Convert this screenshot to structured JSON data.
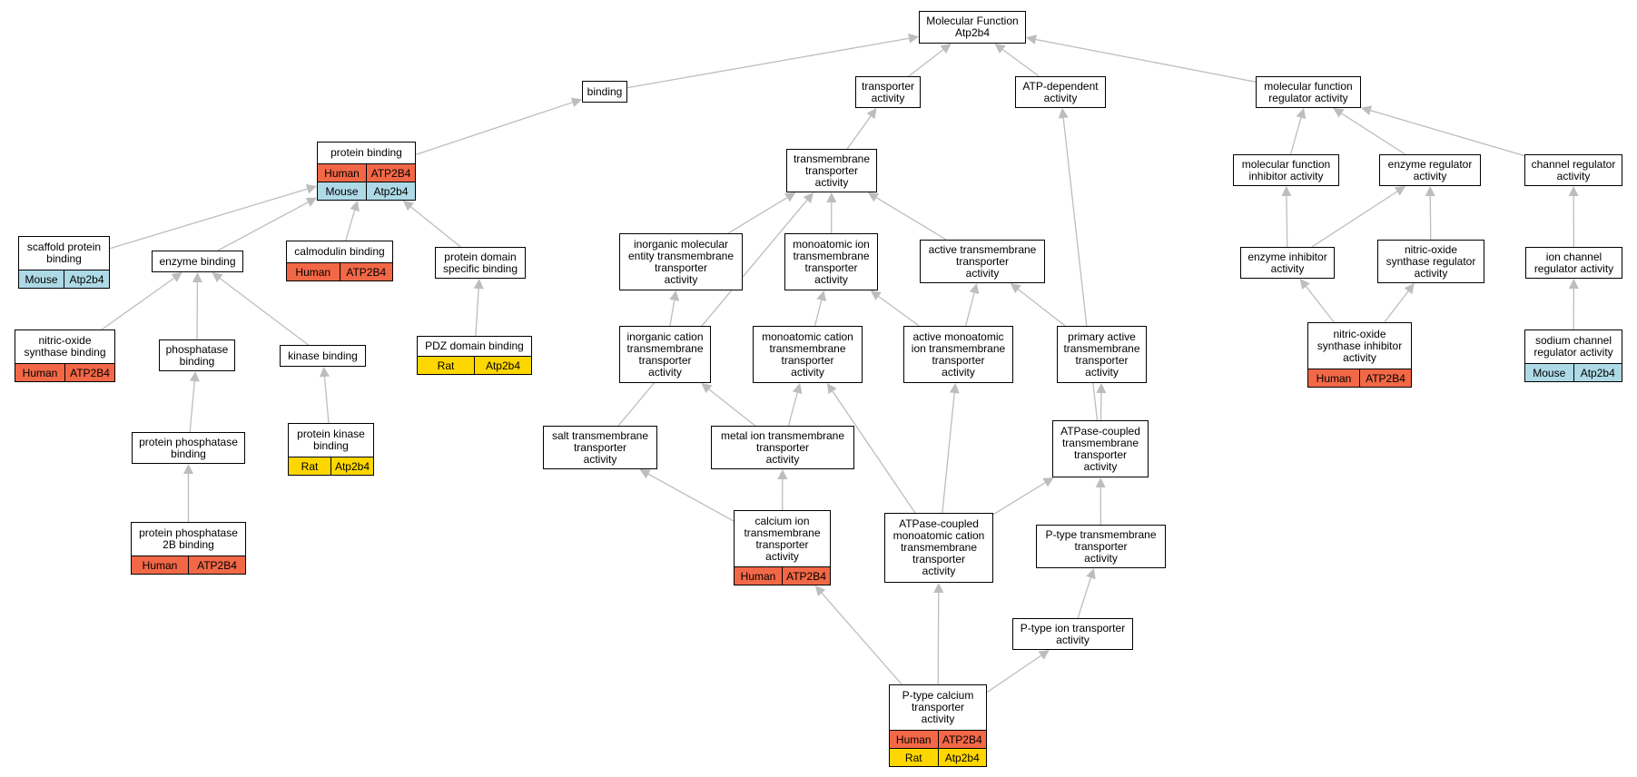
{
  "colors": {
    "edge": "#bdbdbd",
    "human": "#f26847",
    "mouse": "#aed9e6",
    "rat": "#ffd700"
  },
  "nodes": [
    {
      "id": "mf",
      "label": "Molecular Function\nAtp2b4"
    },
    {
      "id": "binding",
      "label": "binding"
    },
    {
      "id": "transporter",
      "label": "transporter\nactivity"
    },
    {
      "id": "atpdep",
      "label": "ATP-dependent\nactivity"
    },
    {
      "id": "mfreg",
      "label": "molecular function\nregulator activity"
    },
    {
      "id": "protbind",
      "label": "protein binding",
      "orgs": [
        {
          "org": "Human",
          "gene": "ATP2B4"
        },
        {
          "org": "Mouse",
          "gene": "Atp2b4"
        }
      ]
    },
    {
      "id": "tmtrans",
      "label": "transmembrane\ntransporter\nactivity"
    },
    {
      "id": "mfinh",
      "label": "molecular function\ninhibitor activity"
    },
    {
      "id": "enzreg",
      "label": "enzyme regulator\nactivity"
    },
    {
      "id": "chanreg",
      "label": "channel regulator\nactivity"
    },
    {
      "id": "scaffold",
      "label": "scaffold protein\nbinding",
      "orgs": [
        {
          "org": "Mouse",
          "gene": "Atp2b4"
        }
      ]
    },
    {
      "id": "enzbind",
      "label": "enzyme binding"
    },
    {
      "id": "calmod",
      "label": "calmodulin binding",
      "orgs": [
        {
          "org": "Human",
          "gene": "ATP2B4"
        }
      ]
    },
    {
      "id": "protdom",
      "label": "protein domain\nspecific binding"
    },
    {
      "id": "inorgmol",
      "label": "inorganic molecular\nentity transmembrane\ntransporter\nactivity"
    },
    {
      "id": "monoion",
      "label": "monoatomic ion\ntransmembrane\ntransporter\nactivity"
    },
    {
      "id": "activetm",
      "label": "active transmembrane\ntransporter\nactivity"
    },
    {
      "id": "enzinh",
      "label": "enzyme inhibitor\nactivity"
    },
    {
      "id": "noreg",
      "label": "nitric-oxide\nsynthase regulator\nactivity"
    },
    {
      "id": "ionchanreg",
      "label": "ion channel\nregulator activity"
    },
    {
      "id": "nosbind",
      "label": "nitric-oxide\nsynthase binding",
      "orgs": [
        {
          "org": "Human",
          "gene": "ATP2B4"
        }
      ]
    },
    {
      "id": "phosbind",
      "label": "phosphatase\nbinding"
    },
    {
      "id": "kinbind",
      "label": "kinase binding"
    },
    {
      "id": "pdz",
      "label": "PDZ domain binding",
      "orgs": [
        {
          "org": "Rat",
          "gene": "Atp2b4"
        }
      ]
    },
    {
      "id": "inorgcat",
      "label": "inorganic cation\ntransmembrane\ntransporter\nactivity"
    },
    {
      "id": "monocat",
      "label": "monoatomic cation\ntransmembrane\ntransporter\nactivity"
    },
    {
      "id": "activemono",
      "label": "active monoatomic\nion transmembrane\ntransporter\nactivity"
    },
    {
      "id": "primact",
      "label": "primary active\ntransmembrane\ntransporter\nactivity"
    },
    {
      "id": "noinh",
      "label": "nitric-oxide\nsynthase inhibitor\nactivity",
      "orgs": [
        {
          "org": "Human",
          "gene": "ATP2B4"
        }
      ]
    },
    {
      "id": "sodchan",
      "label": "sodium channel\nregulator activity",
      "orgs": [
        {
          "org": "Mouse",
          "gene": "Atp2b4"
        }
      ]
    },
    {
      "id": "protphos",
      "label": "protein phosphatase\nbinding"
    },
    {
      "id": "protkin",
      "label": "protein kinase\nbinding",
      "orgs": [
        {
          "org": "Rat",
          "gene": "Atp2b4"
        }
      ]
    },
    {
      "id": "salt",
      "label": "salt transmembrane\ntransporter\nactivity"
    },
    {
      "id": "metal",
      "label": "metal ion transmembrane\ntransporter\nactivity"
    },
    {
      "id": "atpcoupled",
      "label": "ATPase-coupled\ntransmembrane\ntransporter\nactivity"
    },
    {
      "id": "pp2b",
      "label": "protein phosphatase\n2B binding",
      "orgs": [
        {
          "org": "Human",
          "gene": "ATP2B4"
        }
      ]
    },
    {
      "id": "calcium",
      "label": "calcium ion\ntransmembrane\ntransporter\nactivity",
      "orgs": [
        {
          "org": "Human",
          "gene": "ATP2B4"
        }
      ]
    },
    {
      "id": "atpmono",
      "label": "ATPase-coupled\nmonoatomic cation\ntransmembrane\ntransporter\nactivity"
    },
    {
      "id": "ptypetm",
      "label": "P-type transmembrane\ntransporter\nactivity"
    },
    {
      "id": "ptypeion",
      "label": "P-type ion transporter\nactivity"
    },
    {
      "id": "ptypeca",
      "label": "P-type calcium\ntransporter\nactivity",
      "orgs": [
        {
          "org": "Human",
          "gene": "ATP2B4"
        },
        {
          "org": "Rat",
          "gene": "Atp2b4"
        }
      ]
    }
  ],
  "edges": [
    {
      "from": "binding",
      "to": "mf"
    },
    {
      "from": "transporter",
      "to": "mf"
    },
    {
      "from": "atpdep",
      "to": "mf"
    },
    {
      "from": "mfreg",
      "to": "mf"
    },
    {
      "from": "protbind",
      "to": "binding"
    },
    {
      "from": "tmtrans",
      "to": "transporter"
    },
    {
      "from": "mfinh",
      "to": "mfreg"
    },
    {
      "from": "enzreg",
      "to": "mfreg"
    },
    {
      "from": "chanreg",
      "to": "mfreg"
    },
    {
      "from": "scaffold",
      "to": "protbind"
    },
    {
      "from": "enzbind",
      "to": "protbind"
    },
    {
      "from": "calmod",
      "to": "protbind"
    },
    {
      "from": "protdom",
      "to": "protbind"
    },
    {
      "from": "inorgmol",
      "to": "tmtrans"
    },
    {
      "from": "monoion",
      "to": "tmtrans"
    },
    {
      "from": "activetm",
      "to": "tmtrans"
    },
    {
      "from": "salt",
      "to": "tmtrans"
    },
    {
      "from": "enzinh",
      "to": "mfinh"
    },
    {
      "from": "enzinh",
      "to": "enzreg"
    },
    {
      "from": "noreg",
      "to": "enzreg"
    },
    {
      "from": "ionchanreg",
      "to": "chanreg"
    },
    {
      "from": "nosbind",
      "to": "enzbind"
    },
    {
      "from": "phosbind",
      "to": "enzbind"
    },
    {
      "from": "kinbind",
      "to": "enzbind"
    },
    {
      "from": "pdz",
      "to": "protdom"
    },
    {
      "from": "inorgcat",
      "to": "inorgmol"
    },
    {
      "from": "monocat",
      "to": "monoion"
    },
    {
      "from": "activemono",
      "to": "monoion"
    },
    {
      "from": "activemono",
      "to": "activetm"
    },
    {
      "from": "primact",
      "to": "activetm"
    },
    {
      "from": "noinh",
      "to": "enzinh"
    },
    {
      "from": "noinh",
      "to": "noreg"
    },
    {
      "from": "sodchan",
      "to": "ionchanreg"
    },
    {
      "from": "protphos",
      "to": "phosbind"
    },
    {
      "from": "protkin",
      "to": "kinbind"
    },
    {
      "from": "metal",
      "to": "inorgcat"
    },
    {
      "from": "metal",
      "to": "monocat"
    },
    {
      "from": "atpcoupled",
      "to": "primact"
    },
    {
      "from": "atpcoupled",
      "to": "atpdep"
    },
    {
      "from": "pp2b",
      "to": "protphos"
    },
    {
      "from": "calcium",
      "to": "metal"
    },
    {
      "from": "calcium",
      "to": "salt"
    },
    {
      "from": "atpmono",
      "to": "activemono"
    },
    {
      "from": "atpmono",
      "to": "monocat"
    },
    {
      "from": "atpmono",
      "to": "atpcoupled"
    },
    {
      "from": "ptypetm",
      "to": "atpcoupled"
    },
    {
      "from": "ptypeion",
      "to": "ptypetm"
    },
    {
      "from": "ptypeca",
      "to": "calcium"
    },
    {
      "from": "ptypeca",
      "to": "atpmono"
    },
    {
      "from": "ptypeca",
      "to": "ptypeion"
    }
  ]
}
